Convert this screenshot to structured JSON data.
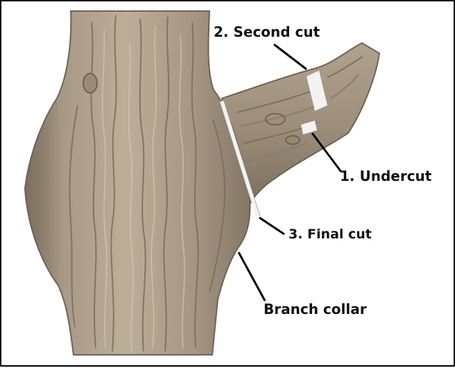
{
  "diagram": {
    "labels": {
      "second_cut": "2. Second cut",
      "undercut": "1. Undercut",
      "final_cut": "3. Final cut",
      "branch_collar": "Branch collar"
    },
    "colors": {
      "bark_light": "#b5a793",
      "bark_mid": "#9b8c79",
      "bark_dark": "#6f6253",
      "cut_edge": "#f2f2f2",
      "callout_line": "#000000",
      "label_text": "#111111",
      "frame": "#000000"
    },
    "elements": [
      "tree-trunk",
      "branch",
      "branch-collar",
      "cut-lines",
      "callout-lines"
    ]
  }
}
